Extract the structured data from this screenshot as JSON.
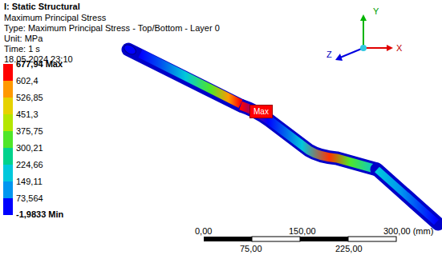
{
  "diagram": {
    "title": "I: Static Structural",
    "labels": [
      "Maximum Principal Stress",
      "Type: Maximum Principal Stress - Top/Bottom - Layer 0",
      "Unit: MPa",
      "Time: 1 s",
      "18.05.2024 23:10",
      "-1,9833 Min",
      "Max",
      "Y",
      "Z",
      "X",
      "0,00",
      "150,00",
      "300,00 (mm)",
      "75,00",
      "225,00"
    ],
    "legend": [
      {
        "text": "677,94 Max",
        "color": "#ff0000"
      },
      {
        "text": "602,4",
        "color": "#ff9900"
      },
      {
        "text": "526,85",
        "color": "#e6d200"
      },
      {
        "text": "451,3",
        "color": "#b4e600"
      },
      {
        "text": "375,75",
        "color": "#50e628"
      },
      {
        "text": "300,21",
        "color": "#00d28c"
      },
      {
        "text": "224,66",
        "color": "#00c8dc"
      },
      {
        "text": "149,11",
        "color": "#0096f0"
      },
      {
        "text": "73,564",
        "color": "#0000ff"
      }
    ]
  }
}
